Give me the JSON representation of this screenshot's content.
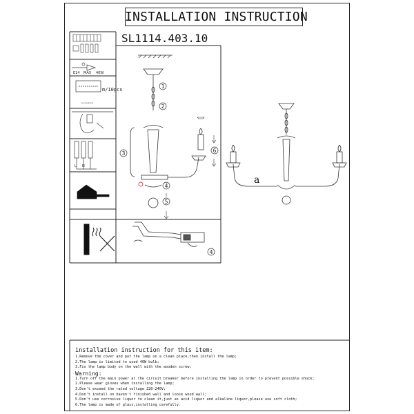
{
  "header": {
    "title": "INSTALLATION INSTRUCTION",
    "model": "SL1114.403.10"
  },
  "sidebar": {
    "bulb_spec": [
      "E14",
      "MAX",
      "40W"
    ],
    "screws_label": "m/10pcs"
  },
  "steps": {
    "circled_numbers": [
      "1",
      "2",
      "3",
      "4",
      "5",
      "6",
      "4"
    ],
    "dimension_label": "a"
  },
  "instructions": {
    "title": "installation instruction for this item:",
    "steps": [
      "1.Remove the cover and put the lamp on a clean place,then install the lamp;",
      "2.The lamp is limited to used 40W bulb;",
      "3.Fix the lamp body on the wall with the wooden screw;"
    ],
    "warning_title": "Warning:",
    "warnings": [
      "1.Turn off the main power at the circuit breaker before installing the lamp in order to prevent possible shock;",
      "2.Please wear gloves when installing the lamp;",
      "3.Don't exceed the rated voltage 220-240V;",
      "4.Don't install on haven't finished wall and loose wood wall;",
      "5.Don't use corrosive liquor to clean it,just as acid liquor and alkaline liquor,please use soft cloth;",
      "6.The lamp is made of glass,installing carefully."
    ]
  }
}
